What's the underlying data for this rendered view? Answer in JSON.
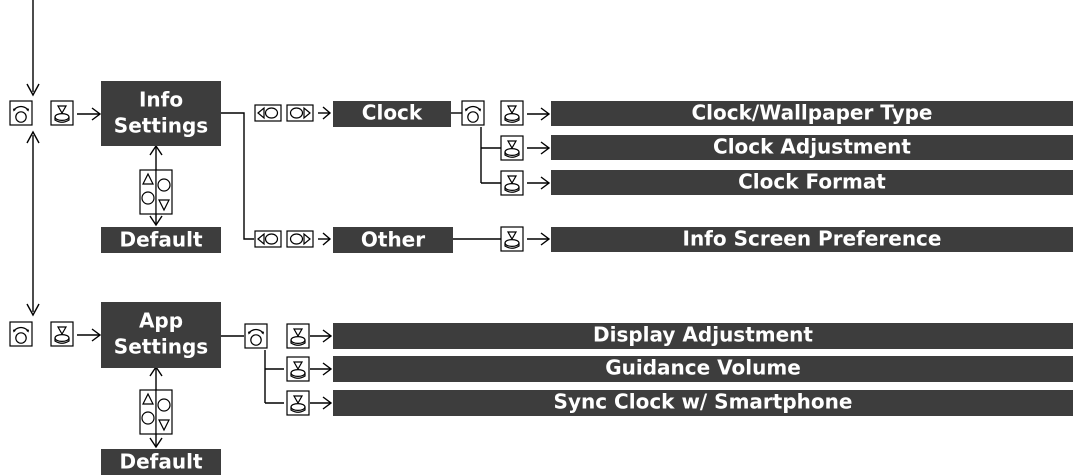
{
  "info": {
    "settings_line1": "Info",
    "settings_line2": "Settings",
    "default": "Default",
    "clock": "Clock",
    "other": "Other",
    "clock_items": [
      "Clock/Wallpaper Type",
      "Clock Adjustment",
      "Clock Format"
    ],
    "other_items": [
      "Info Screen Preference"
    ]
  },
  "app": {
    "settings_line1": "App",
    "settings_line2": "Settings",
    "default": "Default",
    "items": [
      "Display Adjustment",
      "Guidance Volume",
      "Sync Clock w/ Smartphone"
    ]
  },
  "icons": [
    "interface-dial-icon",
    "press-enter-icon",
    "move-left-right-icon",
    "rotate-up-down-icon"
  ]
}
